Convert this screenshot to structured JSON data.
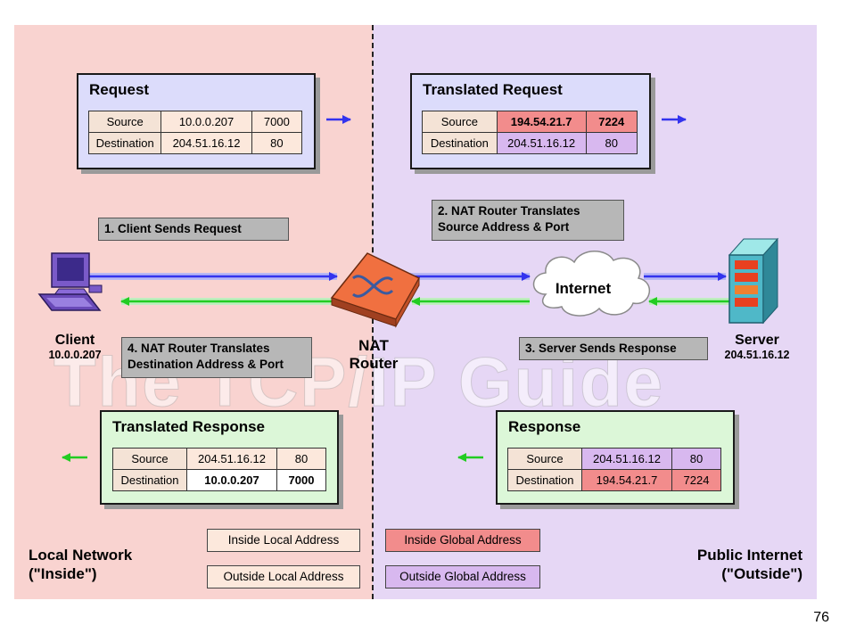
{
  "zones": {
    "local_label": [
      "Local Network",
      "(\"Inside\")"
    ],
    "public_label": [
      "Public Internet",
      "(\"Outside\")"
    ]
  },
  "watermark": "The TCP/IP Guide",
  "panels": {
    "request": {
      "title": "Request",
      "rows": [
        {
          "label": "Source",
          "address": "10.0.0.207",
          "port": "7000"
        },
        {
          "label": "Destination",
          "address": "204.51.16.12",
          "port": "80"
        }
      ]
    },
    "translated_request": {
      "title": "Translated Request",
      "rows": [
        {
          "label": "Source",
          "address": "194.54.21.7",
          "port": "7224"
        },
        {
          "label": "Destination",
          "address": "204.51.16.12",
          "port": "80"
        }
      ]
    },
    "translated_response": {
      "title": "Translated Response",
      "rows": [
        {
          "label": "Source",
          "address": "204.51.16.12",
          "port": "80"
        },
        {
          "label": "Destination",
          "address": "10.0.0.207",
          "port": "7000"
        }
      ]
    },
    "response": {
      "title": "Response",
      "rows": [
        {
          "label": "Source",
          "address": "204.51.16.12",
          "port": "80"
        },
        {
          "label": "Destination",
          "address": "194.54.21.7",
          "port": "7224"
        }
      ]
    }
  },
  "steps": {
    "step1": "1. Client Sends Request",
    "step2": [
      "2. NAT Router Translates",
      "Source Address & Port"
    ],
    "step3": "3. Server Sends Response",
    "step4": [
      "4. NAT Router Translates",
      "Destination Address & Port"
    ]
  },
  "nodes": {
    "client": {
      "name": "Client",
      "address": "10.0.0.207"
    },
    "router": {
      "name": [
        "NAT",
        "Router"
      ]
    },
    "internet": {
      "name": "Internet"
    },
    "server": {
      "name": "Server",
      "address": "204.51.16.12"
    }
  },
  "legend": {
    "inside_local": "Inside Local Address",
    "outside_local": "Outside Local Address",
    "inside_global": "Inside Global Address",
    "outside_global": "Outside Global Address"
  },
  "colors": {
    "request_flow": "#3333ee",
    "response_flow": "#22cc22",
    "inside_global": "#f28c8c",
    "outside_global": "#d8b8ef",
    "local_zone": "#f9d3d0",
    "public_zone": "#e6d7f5"
  },
  "page_number": "76"
}
